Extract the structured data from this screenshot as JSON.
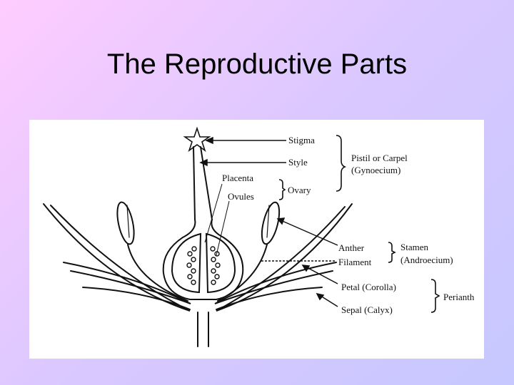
{
  "slide": {
    "title": "The Reproductive Parts"
  },
  "diagram": {
    "labels": {
      "stigma": "Stigma",
      "style": "Style",
      "placenta": "Placenta",
      "ovary": "Ovary",
      "ovules": "Ovules",
      "anther": "Anther",
      "filament": "Filament",
      "petal": "Petal (Corolla)",
      "sepal": "Sepal (Calyx)"
    },
    "groups": {
      "pistil_line1": "Pistil or Carpel",
      "pistil_line2": "(Gynoecium)",
      "stamen_line1": "Stamen",
      "stamen_line2": "(Androecium)",
      "perianth": "Perianth"
    }
  }
}
